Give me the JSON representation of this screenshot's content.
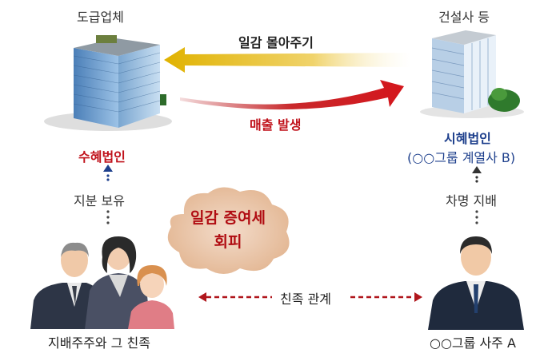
{
  "left_entity": {
    "top_label": "도급업체",
    "label": "수혜법인",
    "relation": "지분 보유",
    "owners_label": "지배주주와 그 친족"
  },
  "right_entity": {
    "top_label": "건설사 등",
    "label_line1": "시혜법인",
    "label_line2": "(○○그룹 계열사 B)",
    "relation": "차명 지배",
    "owner_label": "○○그룹 사주 A"
  },
  "arrows": {
    "top": "일감 몰아주기",
    "bottom": "매출 발생",
    "bottom_relation": "친족 관계"
  },
  "cloud": {
    "line1": "일감 증여세",
    "line2": "회피"
  },
  "colors": {
    "red": "#c0121b",
    "blue": "#1d3f8c",
    "cloud": "#e9c6a9",
    "arrow_yellow": "#e2b400"
  }
}
